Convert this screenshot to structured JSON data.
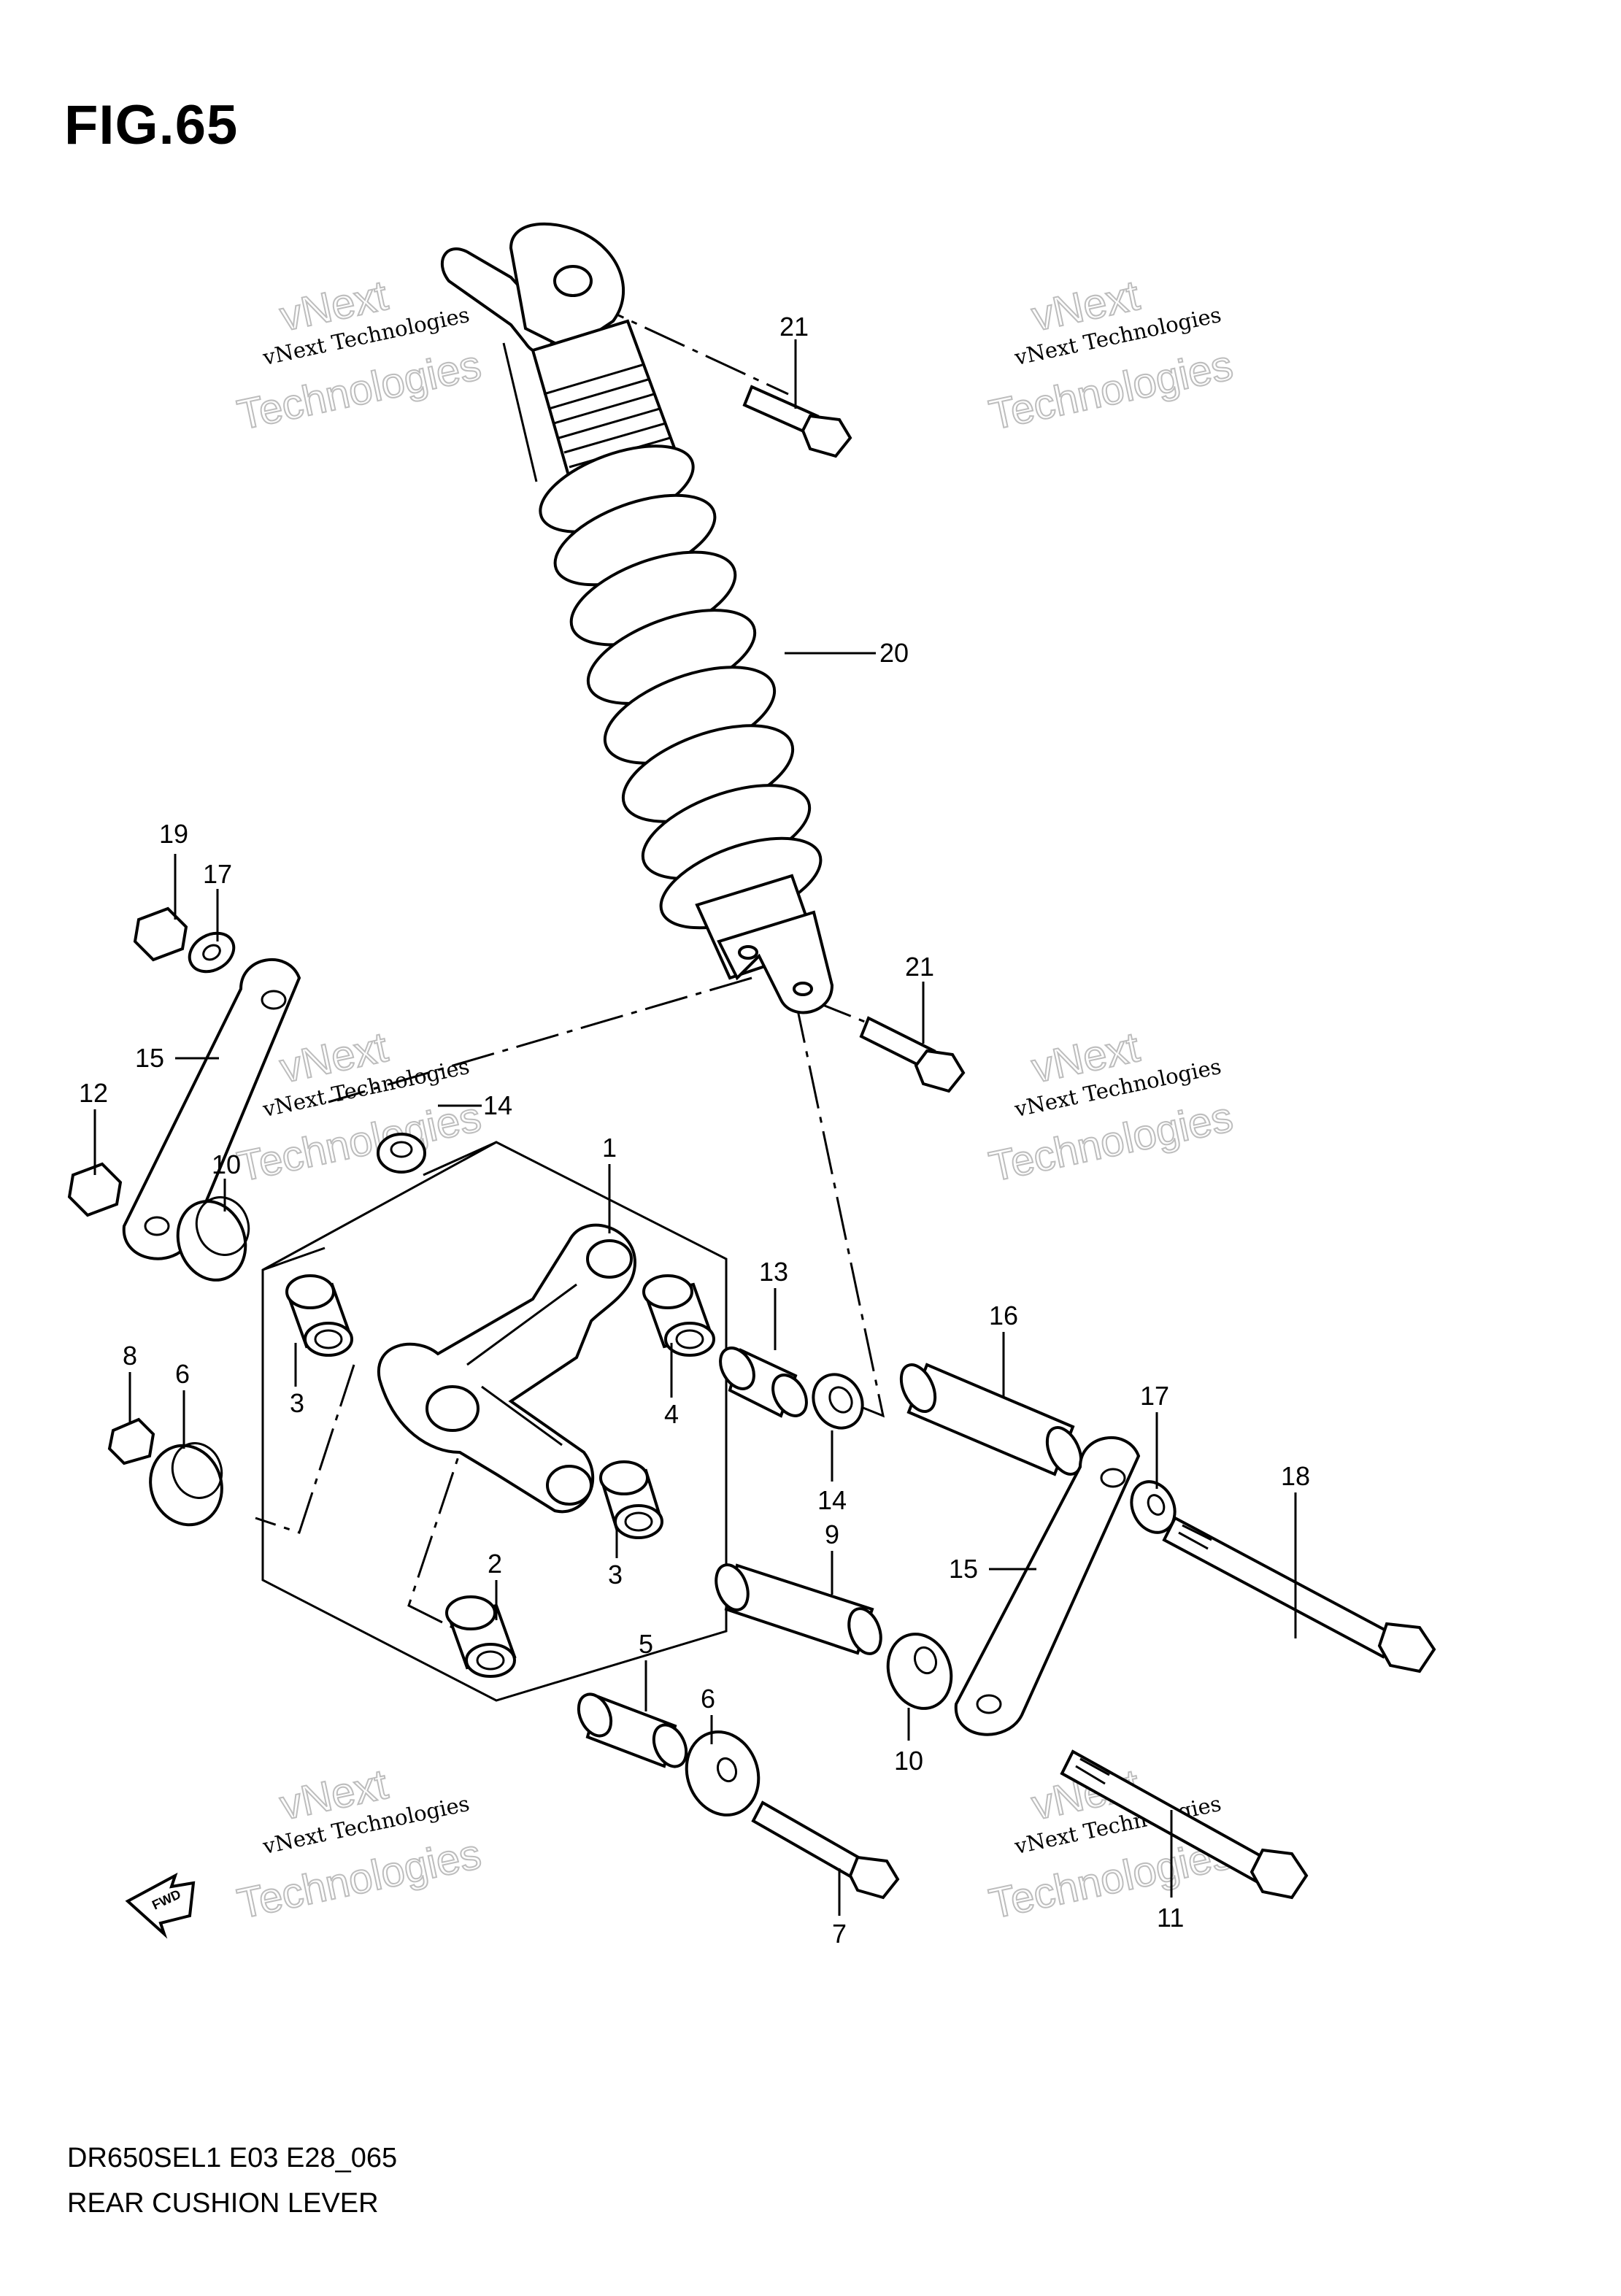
{
  "figure": {
    "title": "FIG.65"
  },
  "footer": {
    "code": "DR650SEL1 E03 E28_065",
    "title": "REAR CUSHION LEVER"
  },
  "fwd_badge": "FWD",
  "watermark": {
    "line1": "vNext",
    "line2": "vNext Technologies",
    "line3": "Technologies"
  },
  "callouts": {
    "n1": "1",
    "n2": "2",
    "n3a": "3",
    "n3b": "3",
    "n4": "4",
    "n5": "5",
    "n6a": "6",
    "n6b": "6",
    "n7": "7",
    "n8": "8",
    "n9": "9",
    "n10a": "10",
    "n10b": "10",
    "n11": "11",
    "n12": "12",
    "n13": "13",
    "n14a": "14",
    "n14b": "14",
    "n15a": "15",
    "n15b": "15",
    "n16": "16",
    "n17a": "17",
    "n17b": "17",
    "n18": "18",
    "n19": "19",
    "n20": "20",
    "n21a": "21",
    "n21b": "21"
  },
  "colors": {
    "line": "#000000",
    "watermark_outline": "#bdbdbd",
    "background": "#ffffff"
  }
}
